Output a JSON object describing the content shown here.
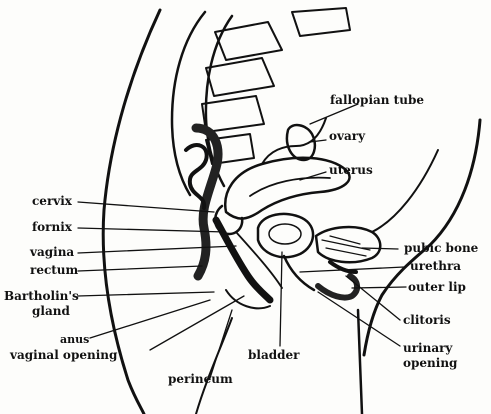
{
  "labels": {
    "fallopian_tube": "fallopian tube",
    "ovary": "ovary",
    "uterus": "uterus",
    "cervix": "cervix",
    "fornix": "fornix",
    "vagina": "vagina",
    "rectum": "rectum",
    "bartholins_gland_line1": "Bartholin's",
    "bartholins_gland_line2": "gland",
    "anus": "anus",
    "vaginal_opening": "vaginal opening",
    "perineum": "perineum",
    "bladder": "bladder",
    "pubic_bone": "pubic bone",
    "urethra": "urethra",
    "outer_lip": "outer lip",
    "clitoris": "clitoris",
    "urinary_opening_line1": "urinary",
    "urinary_opening_line2": "opening"
  }
}
